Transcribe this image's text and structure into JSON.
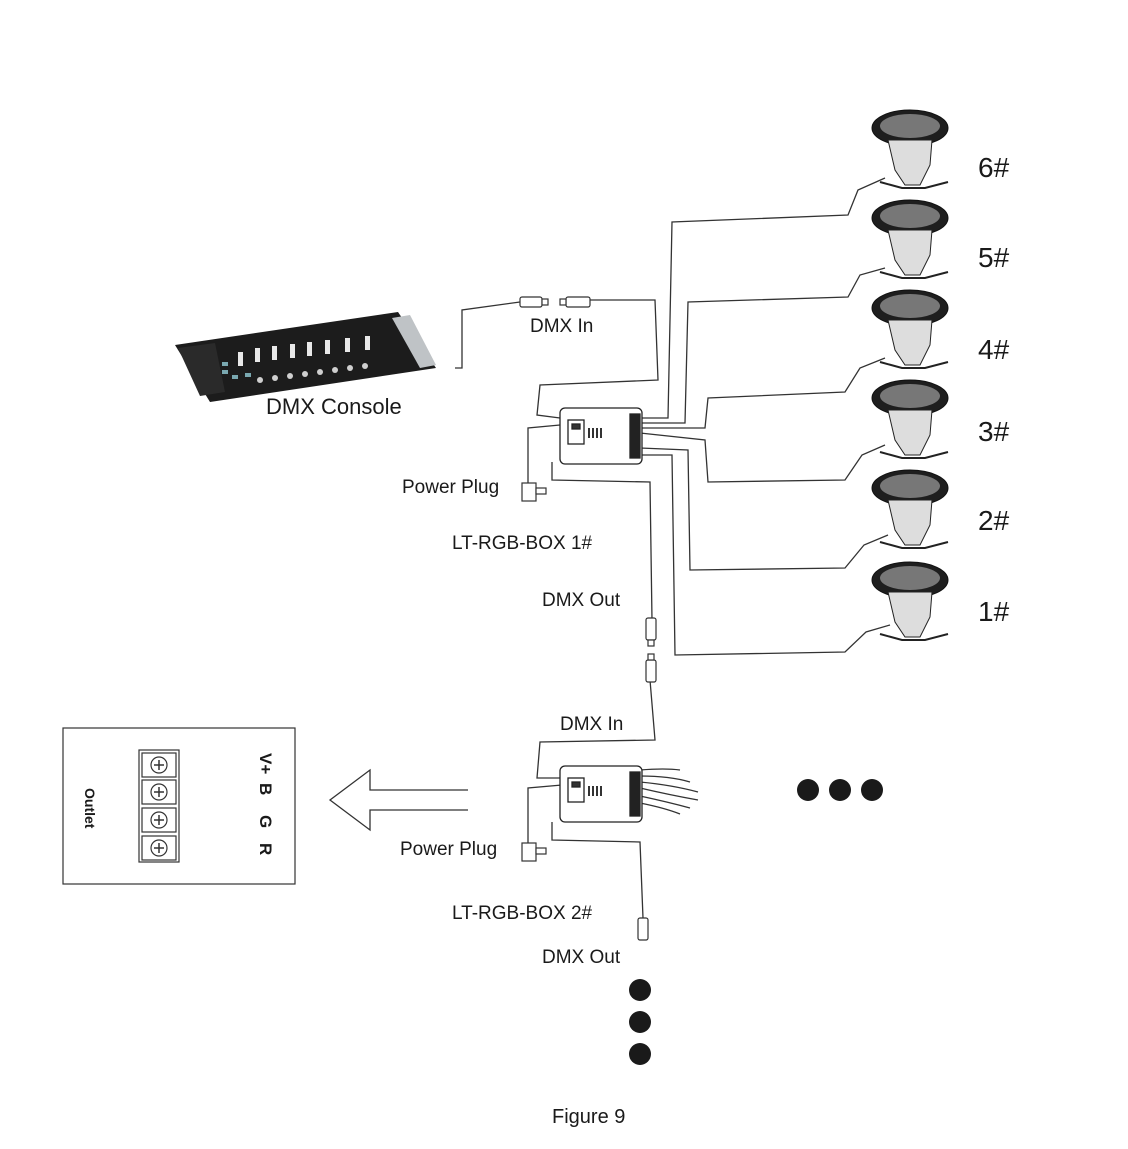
{
  "console": {
    "label": "DMX Console"
  },
  "box1": {
    "dmx_in": "DMX In",
    "power_plug": "Power Plug",
    "model": "LT-RGB-BOX 1#",
    "dmx_out": "DMX Out"
  },
  "box2": {
    "dmx_in": "DMX In",
    "power_plug": "Power Plug",
    "model": "LT-RGB-BOX 2#",
    "dmx_out": "DMX Out"
  },
  "lamps": [
    "6#",
    "5#",
    "4#",
    "3#",
    "2#",
    "1#"
  ],
  "outlet": {
    "title": "Outlet",
    "terminals": [
      "V+",
      "B",
      "G",
      "R"
    ]
  },
  "figure_caption": "Figure 9"
}
